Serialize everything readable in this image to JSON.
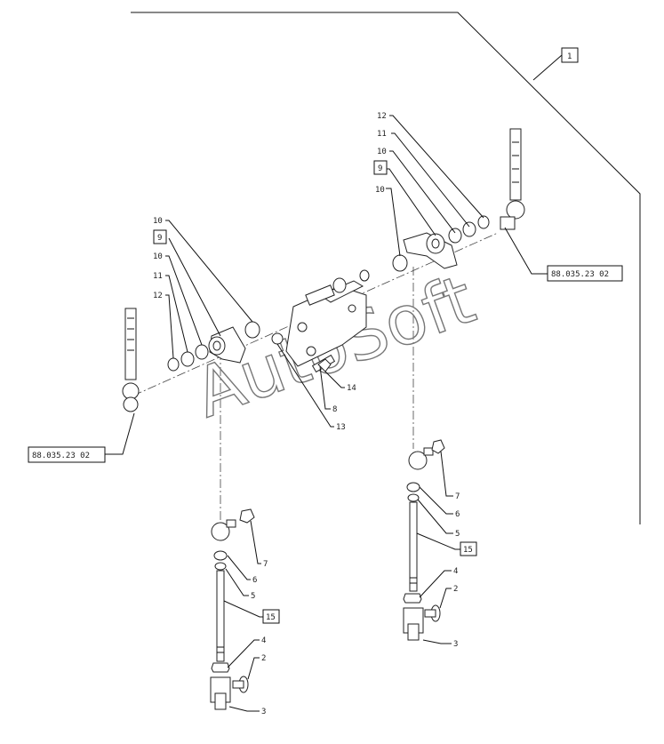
{
  "callouts": {
    "c1": "1",
    "c9a": "9",
    "c9b": "9",
    "c15a": "15",
    "c15b": "15",
    "ref_right": "88.035.23 02",
    "ref_left": "88.035.23 02"
  },
  "labels": {
    "l12r": "12",
    "l11r": "11",
    "l10r": "10",
    "l10r2": "10",
    "l10l": "10",
    "l10l2": "10",
    "l11l": "11",
    "l12l": "12",
    "l14": "14",
    "l8": "8",
    "l13": "13",
    "l7l": "7",
    "l6l": "6",
    "l5l": "5",
    "l4l": "4",
    "l2l": "2",
    "l3l": "3",
    "l7r": "7",
    "l6r": "6",
    "l5r": "5",
    "l4r": "4",
    "l2r": "2",
    "l3r": "3"
  },
  "watermark": "AutoSoft"
}
